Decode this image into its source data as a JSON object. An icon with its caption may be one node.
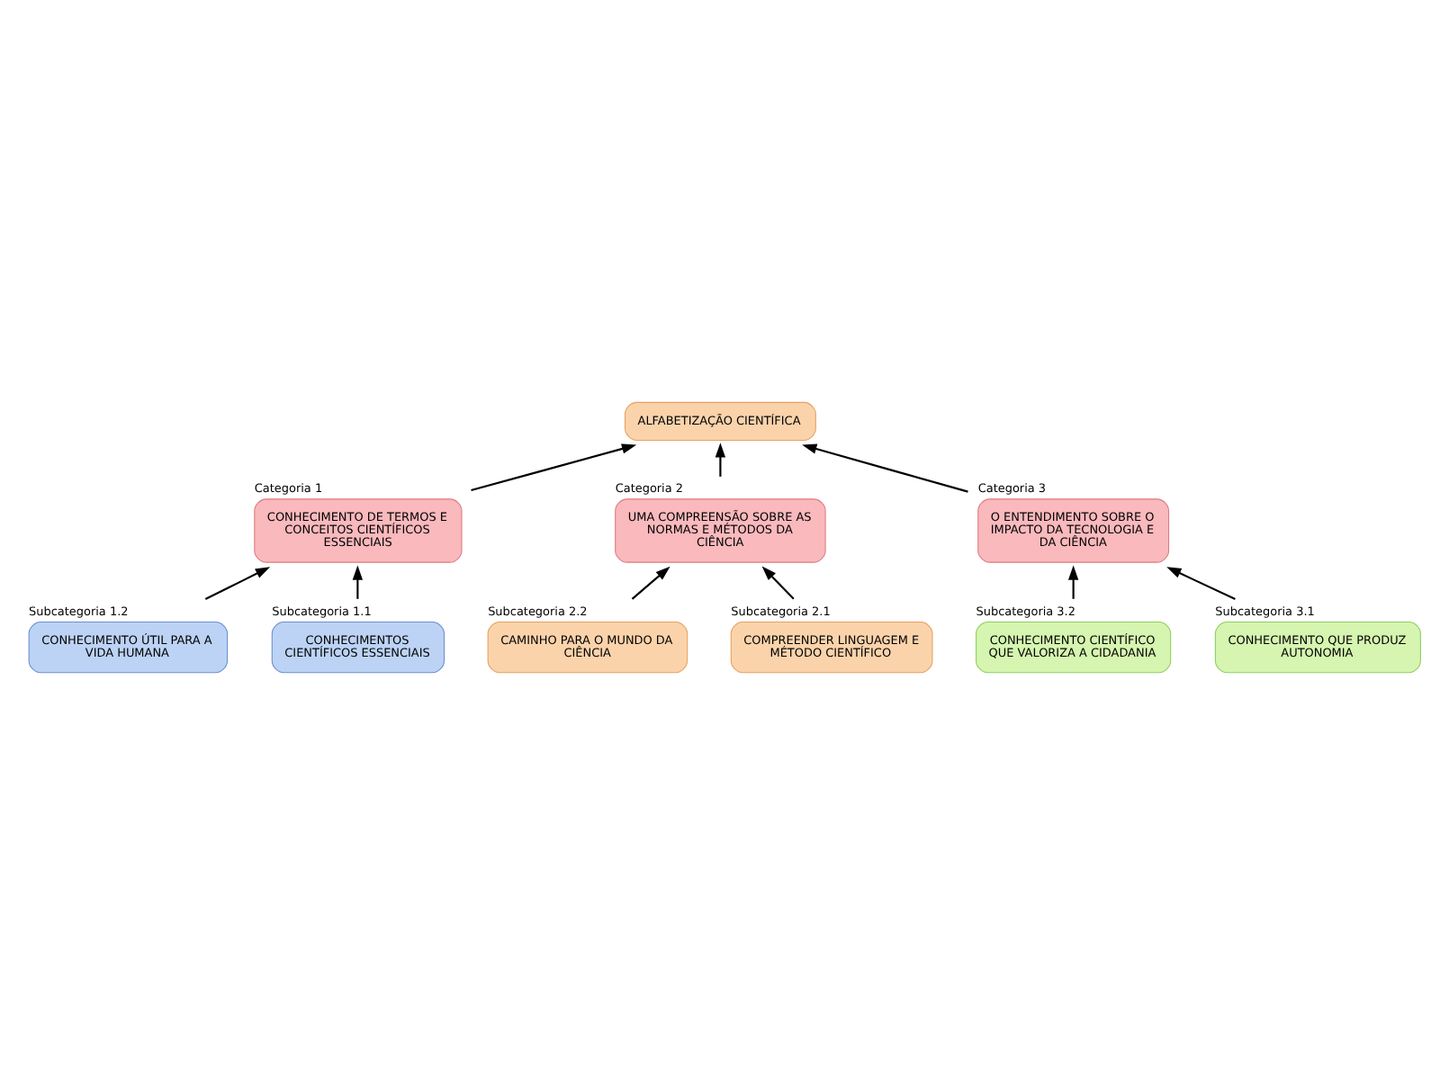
{
  "diagram": {
    "nodes": [
      {
        "text": [
          "ALFABETIZAÇÃO CIENTÍFICA"
        ]
      },
      {
        "text": [
          "CONHECIMENTO DE TERMOS E CONCEITOS CIENTÍFICOS ESSENCIAIS"
        ],
        "beside": [
          "Categoria 1"
        ]
      },
      {
        "text": [
          "UMA COMPREENSÃO SOBRE AS NORMAS E MÉTODOS DA CIÊNCIA"
        ],
        "beside": [
          "Categoria 2"
        ]
      },
      {
        "text": [
          "O ENTENDIMENTO SOBRE O IMPACTO DA TECNOLOGIA E DA CIÊNCIA"
        ],
        "beside": [
          "Categoria 3"
        ]
      },
      {
        "text": [
          "CONHECIMENTO ÚTIL PARA A VIDA HUMANA"
        ],
        "beside": [
          "Subcategoria 1.2"
        ]
      },
      {
        "text": [
          "CAMINHO PARA O MUNDO DA CIÊNCIA"
        ],
        "beside": [
          "Subcategoria 2.2"
        ]
      },
      {
        "text": [
          "CONHECIMENTO CIENTÍFICO QUE VALORIZA A CIDADANIA"
        ],
        "beside": [
          "Subcategoria 3.2"
        ]
      },
      {
        "text": [
          "CONHECIMENTOS CIENTÍFICOS ESSENCIAIS"
        ],
        "beside": [
          "Subcategoria 1.1"
        ]
      },
      {
        "text": [
          "COMPREENDER LINGUAGEM E MÉTODO CIENTÍFICO"
        ],
        "beside": [
          "Subcategoria 2.1"
        ]
      },
      {
        "text": [
          "CONHECIMENTO QUE PRODUZ AUTONOMIA"
        ],
        "beside": [
          "Subcategoria 3.1"
        ]
      }
    ],
    "edges": [
      {
        "from": 1,
        "to": 0,
        "arrow": "to"
      },
      {
        "from": 2,
        "to": 0,
        "arrow": "to"
      },
      {
        "from": 3,
        "to": 0,
        "arrow": "to"
      },
      {
        "from": 4,
        "to": 1,
        "arrow": "to"
      },
      {
        "from": 7,
        "to": 1,
        "arrow": "to"
      },
      {
        "from": 5,
        "to": 2,
        "arrow": "to"
      },
      {
        "from": 8,
        "to": 2,
        "arrow": "to"
      },
      {
        "from": 6,
        "to": 3,
        "arrow": "to"
      },
      {
        "from": 9,
        "to": 3,
        "arrow": "to"
      }
    ]
  }
}
